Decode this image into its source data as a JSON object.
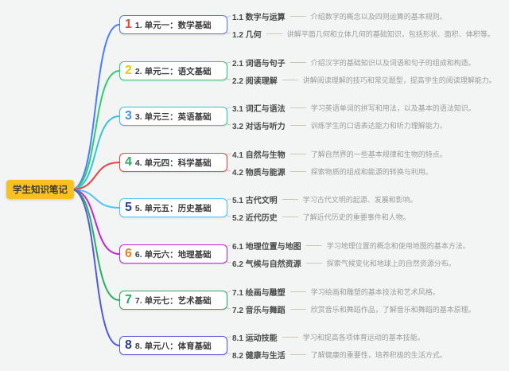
{
  "root": {
    "label": "学生知识笔记",
    "bg_color": "#f8c021",
    "text_color": "#3a3a3a"
  },
  "connector_color": "#d2c6b2",
  "background_color": "#f3f4f4",
  "branches": [
    {
      "number": "1",
      "number_color": "#e74c3c",
      "color": "#4a7dfc",
      "label": "1. 单元一：数学基础",
      "children": [
        {
          "label": "1.1 数字与运算",
          "desc": "介绍数字的概念以及四则运算的基本规则。"
        },
        {
          "label": "1.2 几何",
          "desc": "讲解平面几何和立体几何的基础知识，包括形状、面积、体积等。"
        }
      ]
    },
    {
      "number": "2",
      "number_color": "#f1c40f",
      "color": "#2ecc71",
      "label": "2. 单元二：语文基础",
      "children": [
        {
          "label": "2.1 词语与句子",
          "desc": "介绍汉字的基础知识以及词语和句子的组成和构造。"
        },
        {
          "label": "2.2 阅读理解",
          "desc": "讲解阅读理解的技巧和常见题型，提高学生的阅读理解能力。"
        }
      ]
    },
    {
      "number": "3",
      "number_color": "#4a90e2",
      "color": "#35c4dc",
      "label": "3. 单元三：英语基础",
      "children": [
        {
          "label": "3.1 词汇与语法",
          "desc": "学习英语单词的拼写和用法，以及基本的语法知识。"
        },
        {
          "label": "3.2 对话与听力",
          "desc": "训练学生的口语表达能力和听力理解能力。"
        }
      ]
    },
    {
      "number": "4",
      "number_color": "#27ae60",
      "color": "#e8433f",
      "label": "4. 单元四：科学基础",
      "children": [
        {
          "label": "4.1 自然与生物",
          "desc": "了解自然界的一些基本规律和生物的特点。"
        },
        {
          "label": "4.2 物质与能源",
          "desc": "探索物质的组成和能源的转换与利用。"
        }
      ]
    },
    {
      "number": "5",
      "number_color": "#2d3f8f",
      "color": "#4fc3f7",
      "label": "5. 单元五：历史基础",
      "children": [
        {
          "label": "5.1 古代文明",
          "desc": "学习古代文明的起源、发展和影响。"
        },
        {
          "label": "5.2 近代历史",
          "desc": "了解近代历史的重要事件和人物。"
        }
      ]
    },
    {
      "number": "6",
      "number_color": "#e67e22",
      "color": "#c026d3",
      "label": "6. 单元六：地理基础",
      "children": [
        {
          "label": "6.1 地理位置与地图",
          "desc": "学习地理位置的概念和使用地图的基本方法。"
        },
        {
          "label": "6.2 气候与自然资源",
          "desc": "探索气候变化和地球上的自然资源分布。"
        }
      ]
    },
    {
      "number": "7",
      "number_color": "#27ae60",
      "color": "#27ae60",
      "label": "7. 单元七：艺术基础",
      "children": [
        {
          "label": "7.1 绘画与雕塑",
          "desc": "学习绘画和雕塑的基本技法和艺术风格。"
        },
        {
          "label": "7.2 音乐与舞蹈",
          "desc": "欣赏音乐和舞蹈作品，了解音乐和舞蹈的基本原理。"
        }
      ]
    },
    {
      "number": "8",
      "number_color": "#2d3f8f",
      "color": "#4f5bd5",
      "label": "8. 单元八：体育基础",
      "children": [
        {
          "label": "8.1 运动技能",
          "desc": "学习和提高各项体育运动的基本技能。"
        },
        {
          "label": "8.2 健康与生活",
          "desc": "了解健康的重要性，培养积极的生活方式。"
        }
      ]
    }
  ]
}
